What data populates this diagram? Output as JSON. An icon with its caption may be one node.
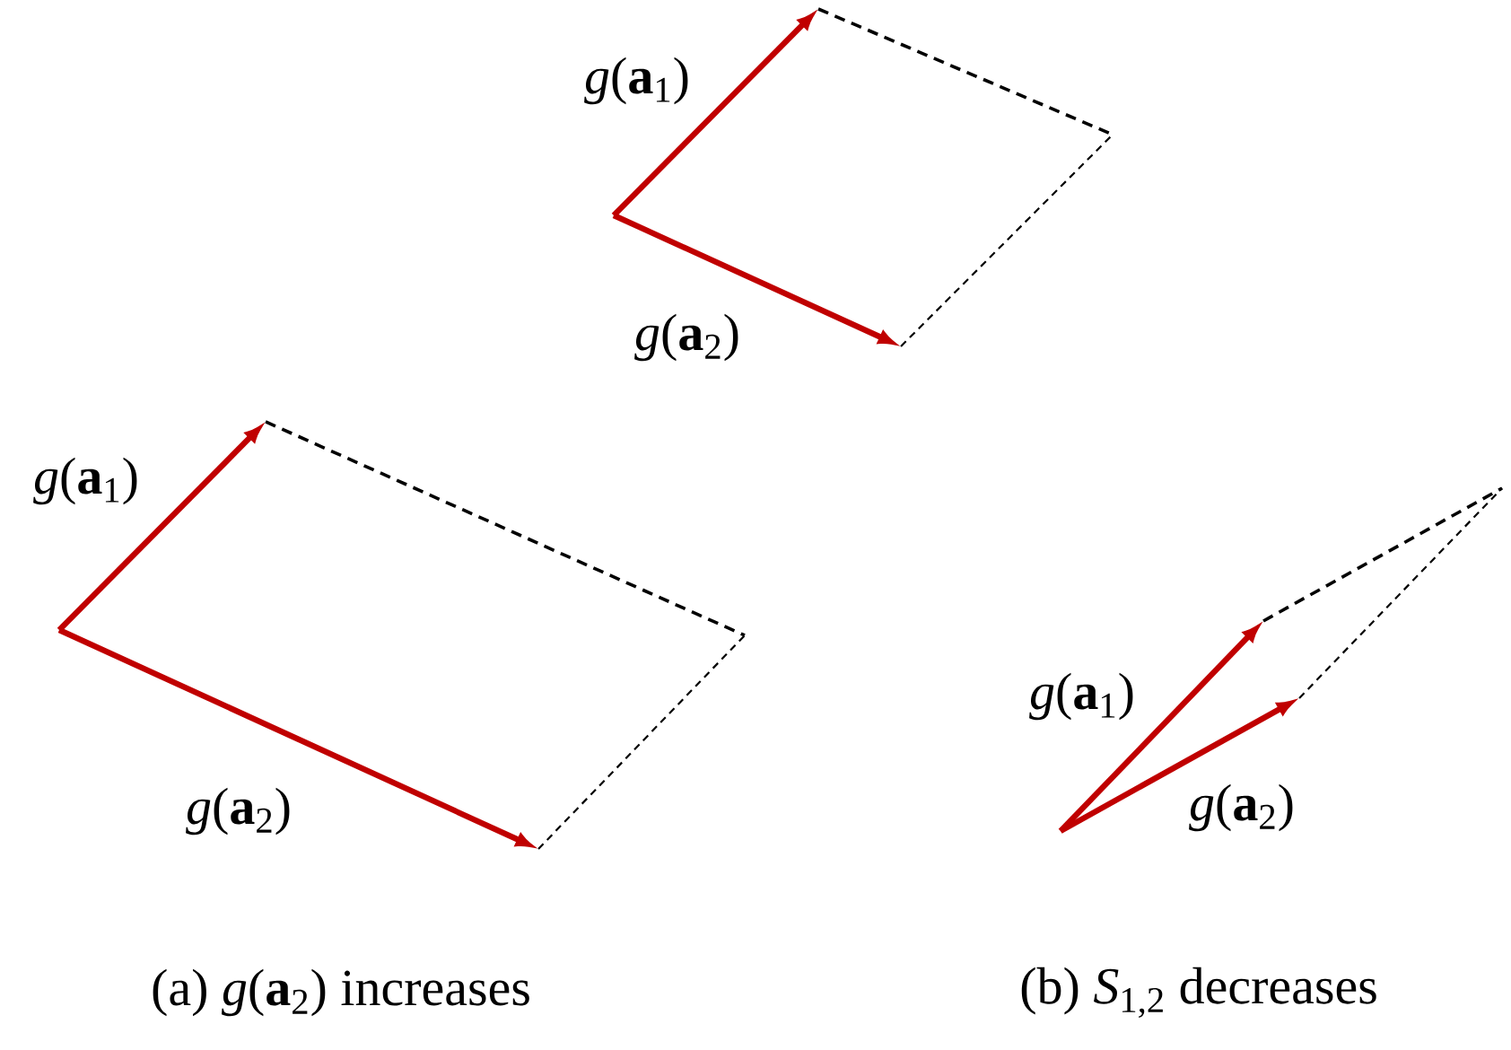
{
  "diagram": {
    "labels": [
      "*g*(**a**$_{1}$)",
      "*g*(**a**$_{2}$)",
      "*g*(**a**$_{1}$)",
      "*g*(**a**$_{1}$)",
      "*g*(**a**$_{2}$)",
      "*g*(**a**$_{2}$)",
      "(a) *g*(**a**$_{2}$) increases",
      "(b) *S*$_{1,2}$ decreases"
    ]
  }
}
